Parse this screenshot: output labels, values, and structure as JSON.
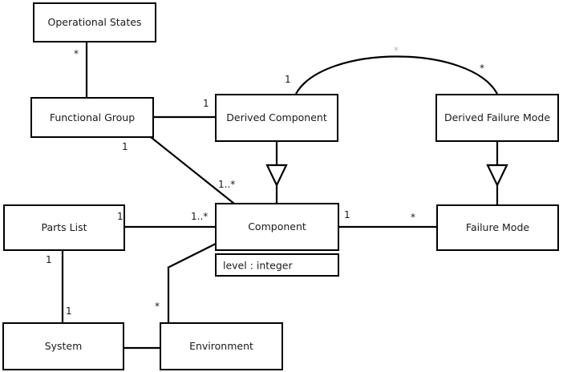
{
  "diagram": {
    "type": "uml-class-diagram",
    "title": "",
    "background_color": "#ffffff",
    "line_color": "#000000",
    "text_color": "#1a1a1a",
    "classes": [
      {
        "id": "operational-states",
        "name": "Operational States",
        "attributes": []
      },
      {
        "id": "functional-group",
        "name": "Functional Group",
        "attributes": []
      },
      {
        "id": "derived-component",
        "name": "Derived Component",
        "attributes": []
      },
      {
        "id": "derived-failure-mode",
        "name": "Derived Failure Mode",
        "attributes": []
      },
      {
        "id": "parts-list",
        "name": "Parts List",
        "attributes": []
      },
      {
        "id": "component",
        "name": "Component",
        "attributes": [
          "level : integer"
        ]
      },
      {
        "id": "failure-mode",
        "name": "Failure Mode",
        "attributes": []
      },
      {
        "id": "system",
        "name": "System",
        "attributes": []
      },
      {
        "id": "environment",
        "name": "Environment",
        "attributes": []
      }
    ],
    "multiplicities": [
      {
        "id": "m-op-states",
        "label": "*",
        "near": "operational-states",
        "relation": "operational-states--functional-group"
      },
      {
        "id": "m-fg-dc",
        "label": "1",
        "near": "derived-component",
        "relation": "functional-group--derived-component"
      },
      {
        "id": "m-fg-comp-top",
        "label": "1",
        "near": "functional-group",
        "relation": "functional-group--component"
      },
      {
        "id": "m-fg-comp-bottom",
        "label": "1..*",
        "near": "component",
        "relation": "functional-group--component"
      },
      {
        "id": "m-dc-curve",
        "label": "1",
        "near": "derived-component",
        "relation": "derived-component--derived-failure-mode"
      },
      {
        "id": "m-dfm-curve",
        "label": "*",
        "near": "derived-failure-mode",
        "relation": "derived-component--derived-failure-mode"
      },
      {
        "id": "m-curve-apex",
        "label": "*",
        "near": "curve-apex",
        "relation": "derived-component--derived-failure-mode"
      },
      {
        "id": "m-parts-list",
        "label": "1",
        "near": "parts-list",
        "relation": "parts-list--component"
      },
      {
        "id": "m-comp-parts",
        "label": "1..*",
        "near": "component",
        "relation": "parts-list--component"
      },
      {
        "id": "m-comp-fm",
        "label": "1",
        "near": "component",
        "relation": "component--failure-mode"
      },
      {
        "id": "m-fm-comp",
        "label": "*",
        "near": "failure-mode",
        "relation": "component--failure-mode"
      },
      {
        "id": "m-parts-system",
        "label": "1",
        "near": "parts-list",
        "relation": "parts-list--system"
      },
      {
        "id": "m-system-parts",
        "label": "1",
        "near": "system",
        "relation": "parts-list--system"
      },
      {
        "id": "m-env-comp",
        "label": "*",
        "near": "environment",
        "relation": "environment--component"
      }
    ],
    "relations": [
      {
        "id": "operational-states--functional-group",
        "kind": "association"
      },
      {
        "id": "functional-group--derived-component",
        "kind": "association"
      },
      {
        "id": "functional-group--component",
        "kind": "association"
      },
      {
        "id": "derived-component--derived-failure-mode",
        "kind": "association-curved"
      },
      {
        "id": "derived-component--component",
        "kind": "generalization"
      },
      {
        "id": "derived-failure-mode--failure-mode",
        "kind": "generalization"
      },
      {
        "id": "parts-list--component",
        "kind": "association"
      },
      {
        "id": "component--failure-mode",
        "kind": "association"
      },
      {
        "id": "parts-list--system",
        "kind": "association"
      },
      {
        "id": "system--environment",
        "kind": "association"
      },
      {
        "id": "environment--component",
        "kind": "association"
      }
    ]
  }
}
